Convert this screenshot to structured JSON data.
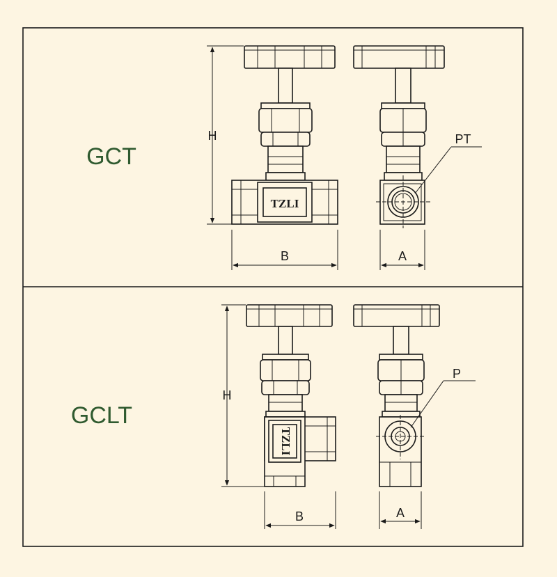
{
  "panels": {
    "top": {
      "model": "GCT",
      "brand": "TZLI",
      "dim_height": "H",
      "dim_width": "B",
      "dim_side": "A",
      "port_label": "PT"
    },
    "bottom": {
      "model": "GCLT",
      "brand": "TZLI",
      "dim_height": "H",
      "dim_width": "B",
      "dim_side": "A",
      "port_label": "P"
    }
  },
  "colors": {
    "background": "#fdf5e2",
    "line": "#1a1a1a",
    "model_text": "#2f5a2f"
  }
}
